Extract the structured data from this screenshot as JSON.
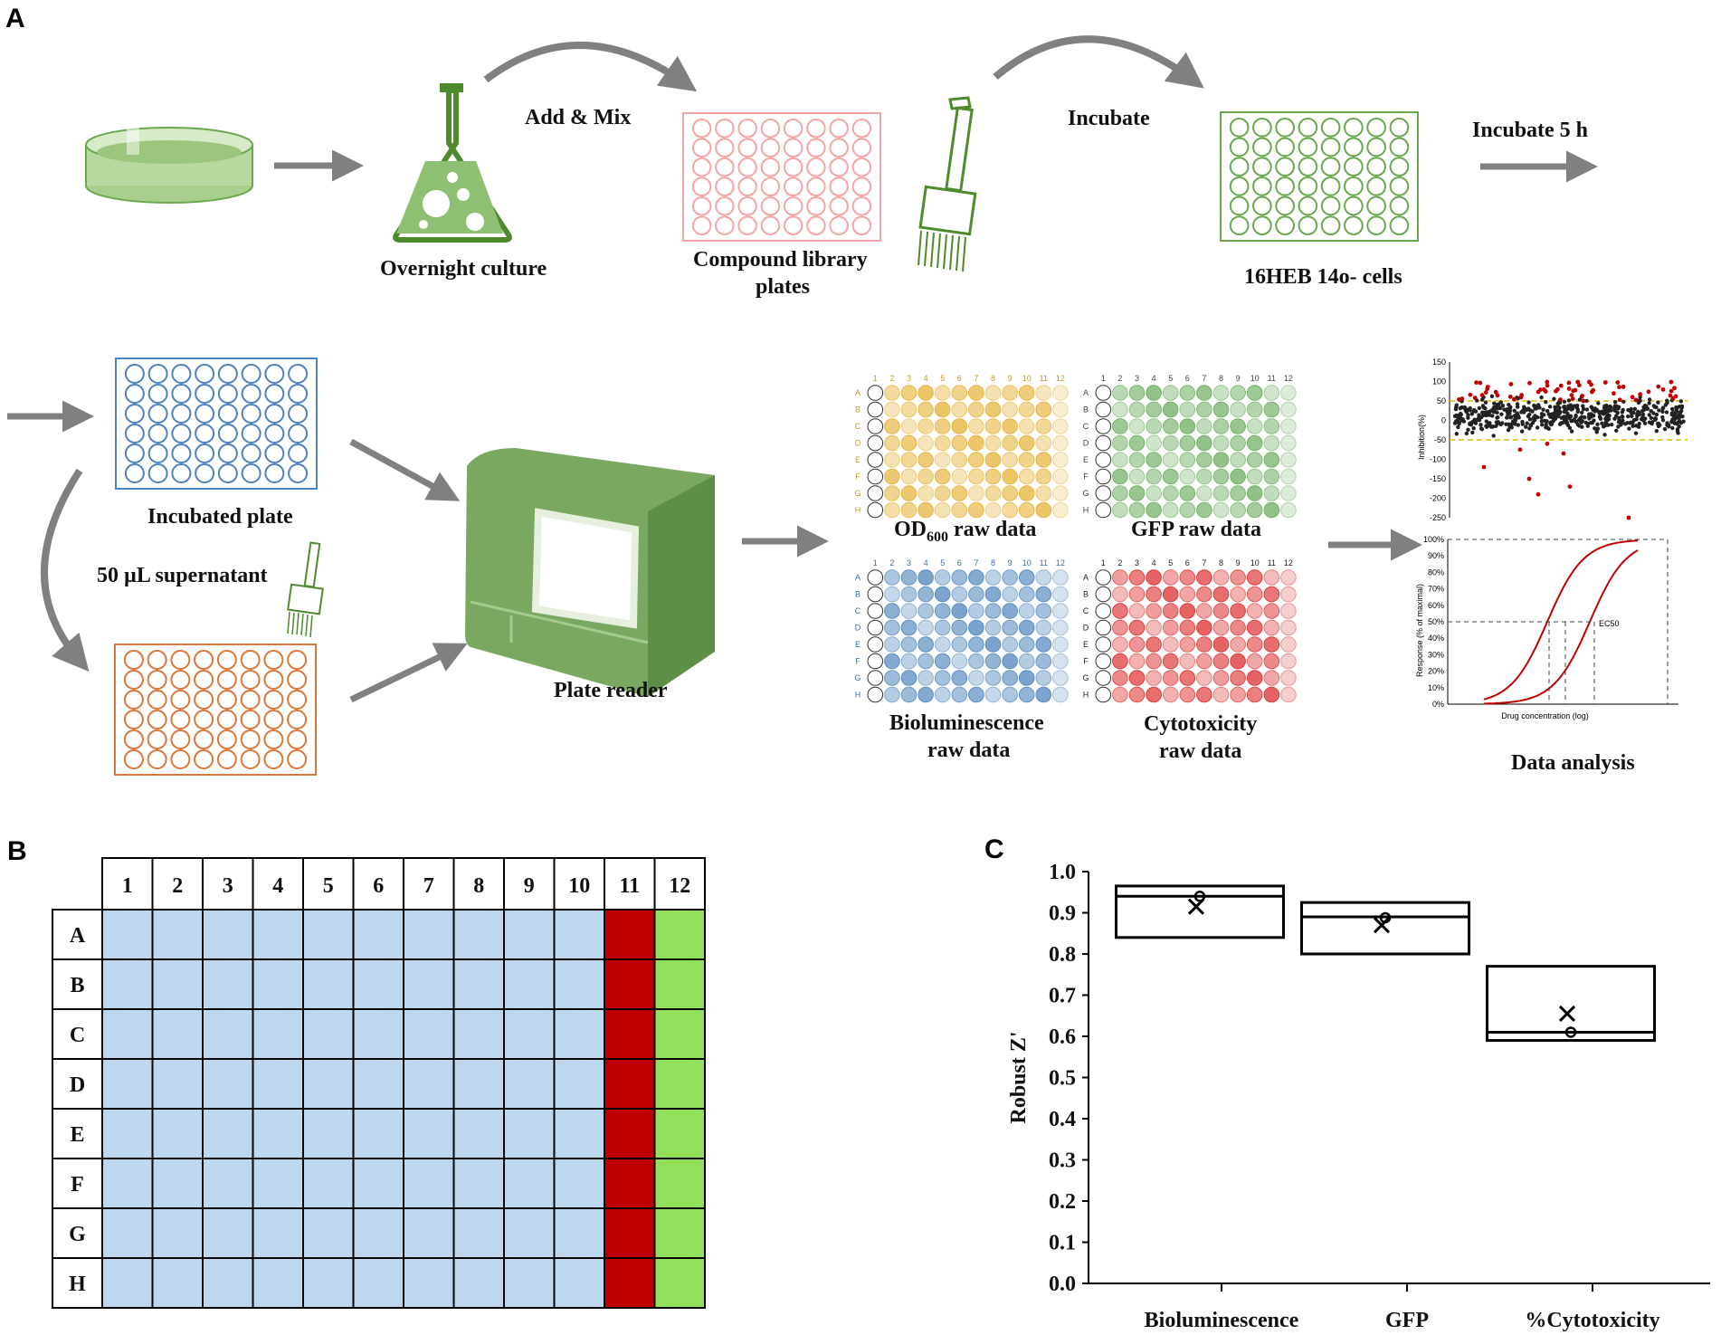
{
  "panels": {
    "a": "A",
    "b": "B",
    "c": "C"
  },
  "workflow": {
    "overnight_culture": "Overnight culture",
    "add_mix": "Add & Mix",
    "compound_library_line1": "Compound library",
    "compound_library_line2": "plates",
    "incubate": "Incubate",
    "cells": "16HEB 14o- cells",
    "incubate_5h": "Incubate 5 h",
    "incubated_plate": "Incubated plate",
    "supernatant": "50 µL supernatant",
    "plate_reader": "Plate reader",
    "od_prefix": "OD",
    "od_sub": "600",
    "od_suffix": " raw data",
    "gfp_raw": "GFP raw data",
    "biolum_line1": "Bioluminescence",
    "biolum_line2": "raw data",
    "cyto_line1": "Cytotoxicity",
    "cyto_line2": "raw data",
    "data_analysis": "Data analysis",
    "mini_plate_cols": [
      "1",
      "2",
      "3",
      "4",
      "5",
      "6",
      "7",
      "8",
      "9",
      "10",
      "11",
      "12"
    ],
    "mini_plate_rows": [
      "A",
      "B",
      "C",
      "D",
      "E",
      "F",
      "G",
      "H"
    ],
    "scatter_y_label": "Inhibition(%)",
    "scatter_y_ticks": [
      "150",
      "100",
      "50",
      "0",
      "-50",
      "-100",
      "-150",
      "-200",
      "-250"
    ],
    "dose_y_label": "Response (% of maximal)",
    "dose_y_ticks": [
      "100%",
      "90%",
      "80%",
      "70%",
      "60%",
      "50%",
      "40%",
      "30%",
      "20%",
      "10%",
      "0%"
    ],
    "dose_x_label": "Drug concentration (log)",
    "ec50": "EC50"
  },
  "plate_layout": {
    "columns": [
      "1",
      "2",
      "3",
      "4",
      "5",
      "6",
      "7",
      "8",
      "9",
      "10",
      "11",
      "12"
    ],
    "rows": [
      "A",
      "B",
      "C",
      "D",
      "E",
      "F",
      "G",
      "H"
    ],
    "colors": {
      "sample": "#bdd7ee",
      "col11": "#c00000",
      "col12": "#92e05c"
    }
  },
  "colors": {
    "arrow": "#808080",
    "culture_green": "#70a845",
    "compound_pink": "#f4a6a6",
    "cells_green": "#6aa84f",
    "incubated_blue": "#4f81bd",
    "supernatant_orange": "#d9773a",
    "reader_green": "#7aa860",
    "od_yellow": "#e6b640",
    "gfp_green": "#76b16a",
    "biolum_blue": "#5b8cc0",
    "cyto_red": "#e03c3c",
    "curve_red": "#c00000"
  },
  "chart_data": {
    "type": "box",
    "ylabel": "Robust Z'",
    "xlabel": "",
    "ylim": [
      0.0,
      1.0
    ],
    "y_ticks": [
      "0.0",
      "0.1",
      "0.2",
      "0.3",
      "0.4",
      "0.5",
      "0.6",
      "0.7",
      "0.8",
      "0.9",
      "1.0"
    ],
    "categories": [
      "Bioluminescence",
      "GFP",
      "%Cytotoxicity"
    ],
    "boxes": [
      {
        "q1": 0.84,
        "median": 0.94,
        "q3": 0.965,
        "mean": 0.915,
        "point": 0.94
      },
      {
        "q1": 0.8,
        "median": 0.89,
        "q3": 0.925,
        "mean": 0.87,
        "point": 0.888
      },
      {
        "q1": 0.59,
        "median": 0.61,
        "q3": 0.77,
        "mean": 0.655,
        "point": 0.61
      }
    ]
  }
}
